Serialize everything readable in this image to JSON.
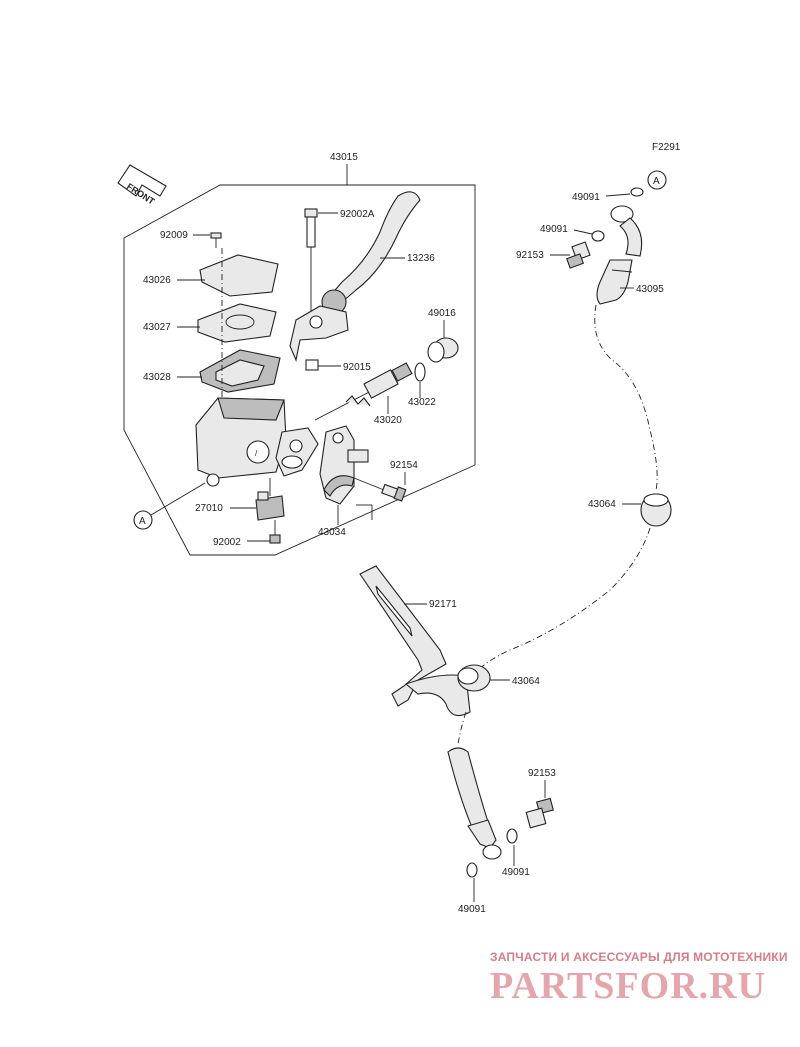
{
  "diagram": {
    "figure_code": "F2291",
    "front_arrow_text": "FRONT",
    "callout_a": "A",
    "labels": {
      "p43015": "43015",
      "p92002A": "92002A",
      "p92009": "92009",
      "p13236": "13236",
      "p43026": "43026",
      "p43027": "43027",
      "p49016": "49016",
      "p92015": "92015",
      "p43028": "43028",
      "p43022": "43022",
      "p43020": "43020",
      "p92154": "92154",
      "p27010": "27010",
      "p43034": "43034",
      "p92002": "92002",
      "p49091_top1": "49091",
      "p49091_top2": "49091",
      "p92153_top": "92153",
      "p43095": "43095",
      "p43064_mid": "43064",
      "p92171": "92171",
      "p43064_low": "43064",
      "p92153_bot": "92153",
      "p49091_bot1": "49091",
      "p49091_bot2": "49091"
    }
  },
  "watermark": {
    "caption": "ЗАПЧАСТИ И АКСЕССУАРЫ ДЛЯ МОТОТЕХНИКИ",
    "logo": "PARTSFOR.RU"
  }
}
